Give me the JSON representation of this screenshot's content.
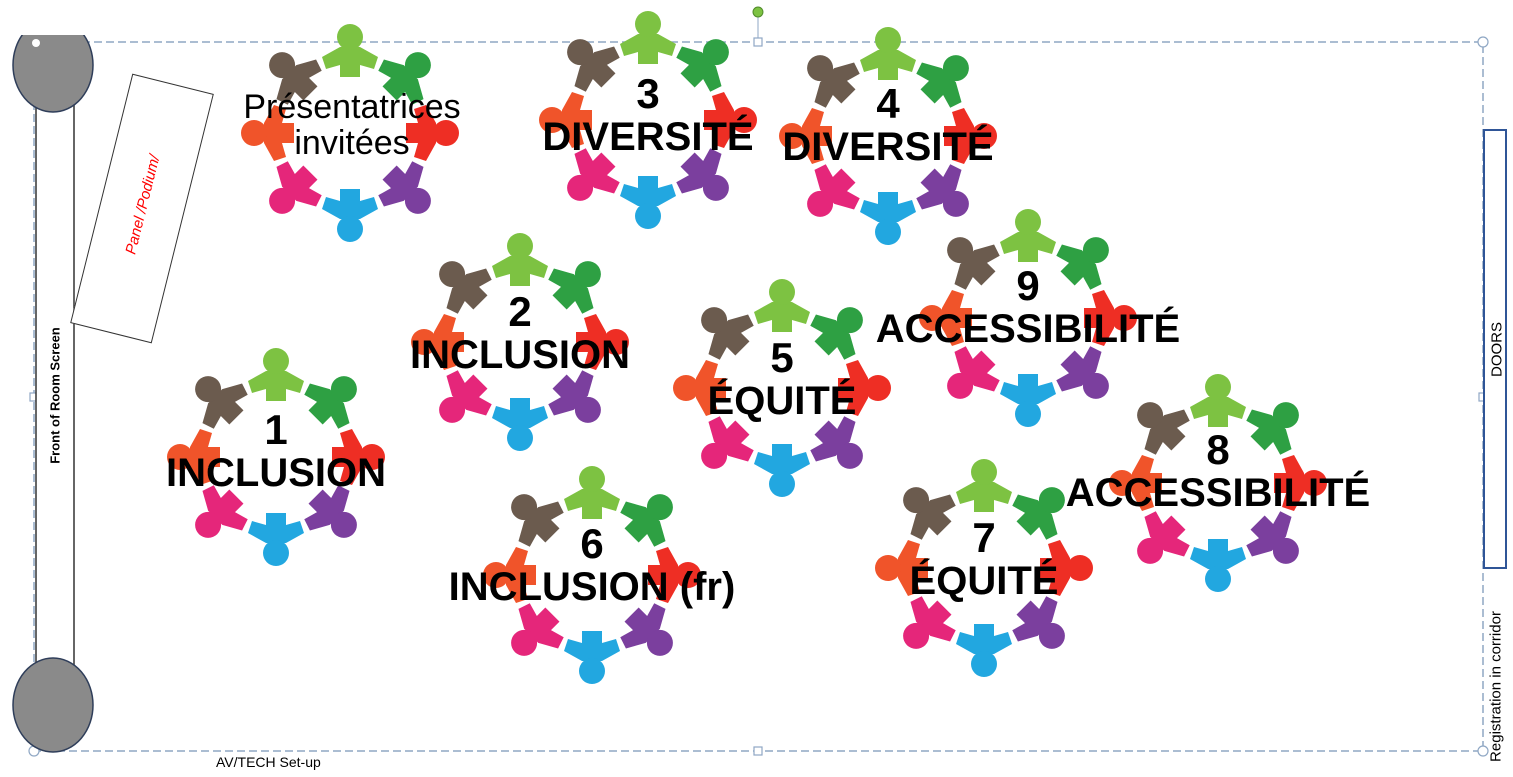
{
  "room": {
    "front_screen_label": "Front of Room  Screen",
    "podium_label": "Panel /Podium/",
    "doors_label": "DOORS",
    "registration_label": "Registration in corridor",
    "avtech_label": "AV/TECH  Set-up"
  },
  "tables": [
    {
      "id": "guest",
      "number": "",
      "lines": [
        "Présentatrices",
        "invitées"
      ]
    },
    {
      "id": "t3",
      "number": "3",
      "theme": "DIVERSITÉ"
    },
    {
      "id": "t4",
      "number": "4",
      "theme": "DIVERSITÉ"
    },
    {
      "id": "t2",
      "number": "2",
      "theme": "INCLUSION"
    },
    {
      "id": "t5",
      "number": "5",
      "theme": "ÉQUITÉ"
    },
    {
      "id": "t9",
      "number": "9",
      "theme": "ACCESSIBILITÉ"
    },
    {
      "id": "t1",
      "number": "1",
      "theme": "INCLUSION"
    },
    {
      "id": "t8",
      "number": "8",
      "theme": "ACCESSIBILITÉ"
    },
    {
      "id": "t6",
      "number": "6",
      "theme": "INCLUSION (fr)"
    },
    {
      "id": "t7",
      "number": "7",
      "theme": "ÉQUITÉ"
    }
  ],
  "colors": {
    "people": [
      "#7dc242",
      "#2ea043",
      "#ee2e24",
      "#7b3f9e",
      "#22a7e0",
      "#e5267a",
      "#f0542a",
      "#6b5b4e"
    ],
    "handle": "#7dc242",
    "selection": "#8fa7c4",
    "speaker": "#8a8a8a",
    "podium_text": "#ff0000",
    "doors_border": "#2f5597"
  }
}
